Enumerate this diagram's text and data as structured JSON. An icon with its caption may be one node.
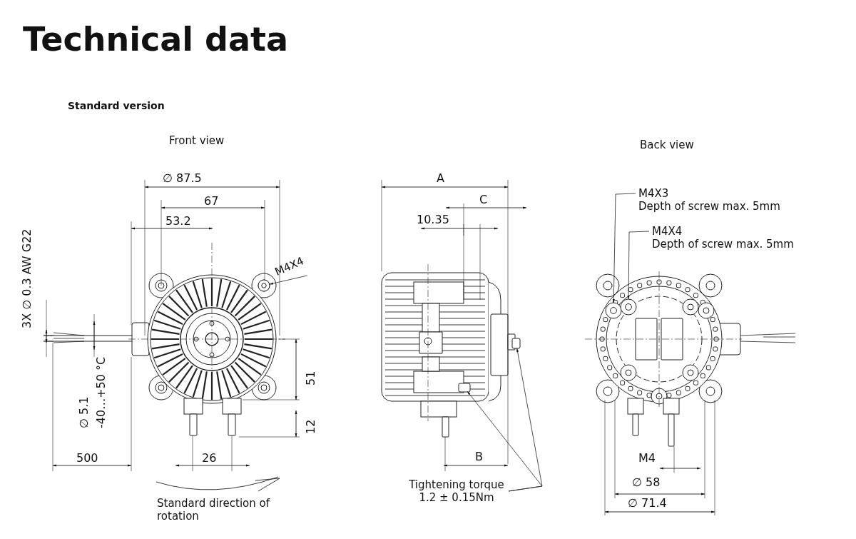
{
  "diagram": {
    "title": "Technical data",
    "nodes": [
      {
        "text": [
          "M4X4"
        ]
      },
      {
        "text": [
          "Tightening torque 1.2 ± 0.15Nm"
        ]
      },
      {
        "text": [
          "M4X3",
          "Depth of screw max. 5mm"
        ]
      },
      {
        "text": [
          "M4X4",
          "Depth of screw max. 5mm"
        ]
      },
      {
        "text": [],
        "shape": "circle"
      },
      {
        "text": [],
        "shape": "box"
      },
      {
        "text": [],
        "shape": "box"
      },
      {
        "text": [],
        "shape": "circle"
      },
      {
        "text": [],
        "shape": "circle"
      }
    ],
    "edges": [
      {
        "from": 0,
        "to": 4,
        "arrow": "to"
      },
      {
        "from": 1,
        "to": 6,
        "arrow": "to"
      },
      {
        "from": 1,
        "to": 5,
        "arrow": "to"
      },
      {
        "from": 2,
        "to": 7,
        "arrow": "to"
      },
      {
        "from": 3,
        "to": 8,
        "arrow": "to"
      }
    ],
    "labels": [
      "Standard version",
      "Front view",
      "Back view",
      "∅ 87.5",
      "67",
      "53.2",
      "3X ∅ 0.3 AW G22",
      "∅ 5.1",
      "-40…+50 °C",
      "51",
      "12",
      "500",
      "26",
      "Standard direction of rotation",
      "A",
      "C",
      "10.35",
      "B",
      "M4",
      "∅ 58",
      "∅ 71.4"
    ]
  }
}
